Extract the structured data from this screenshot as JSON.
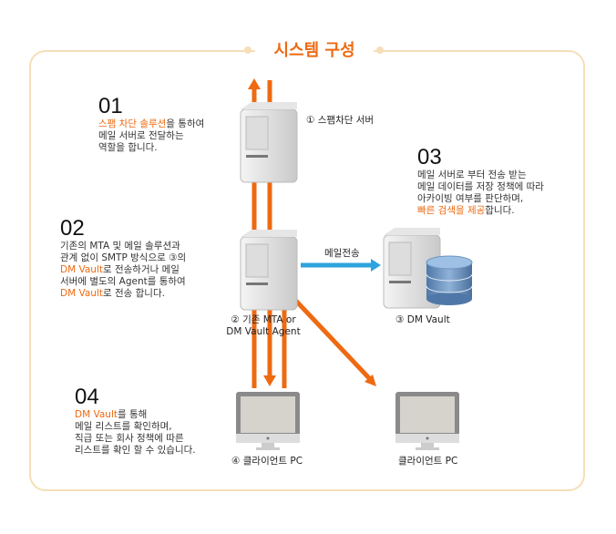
{
  "title": "시스템 구성",
  "colors": {
    "accent": "#ee6a12",
    "blue": "#2ea3dd",
    "border": "#f6dfb8"
  },
  "step1": {
    "num": "01",
    "hl": "스팸 차단 솔루션",
    "l1": "을 통하여",
    "l2": "메일 서버로 전달하는",
    "l3": "역할을 합니다."
  },
  "step2": {
    "num": "02",
    "l1": "기존의 MTA 및 메일 솔루션과",
    "l2": "관계 없이 SMTP 방식으로 ③의",
    "hl1": "DM Vault",
    "l3": "로 전송하거나 메일",
    "l4": "서버에 별도의 Agent를 통하여",
    "hl2": "DM Vault",
    "l5": "로 전송 합니다."
  },
  "step3": {
    "num": "03",
    "l1": "메일 서버로 부터 전송 받는",
    "l2": "메일 데이터를 저장 정책에 따라",
    "l3": "아카이빙 여부를 판단하며,",
    "hl": "빠른 검색을 제공",
    "l4": "합니다."
  },
  "step4": {
    "num": "04",
    "hl": "DM Vault",
    "l1": "를 통해",
    "l2": "메일 리스트를 확인하며,",
    "l3": "직급 또는 회사 정책에 따른",
    "l4": "리스트를 확인 할 수 있습니다."
  },
  "labels": {
    "spam_server": "① 스팸차단 서버",
    "mta1": "② 기존 MTA or",
    "mta2": "DM Vault Agent",
    "vault": "③ DM Vault",
    "client4": "④ 클라이언트 PC",
    "client": "클라이언트 PC",
    "mail_send": "메일전송"
  }
}
